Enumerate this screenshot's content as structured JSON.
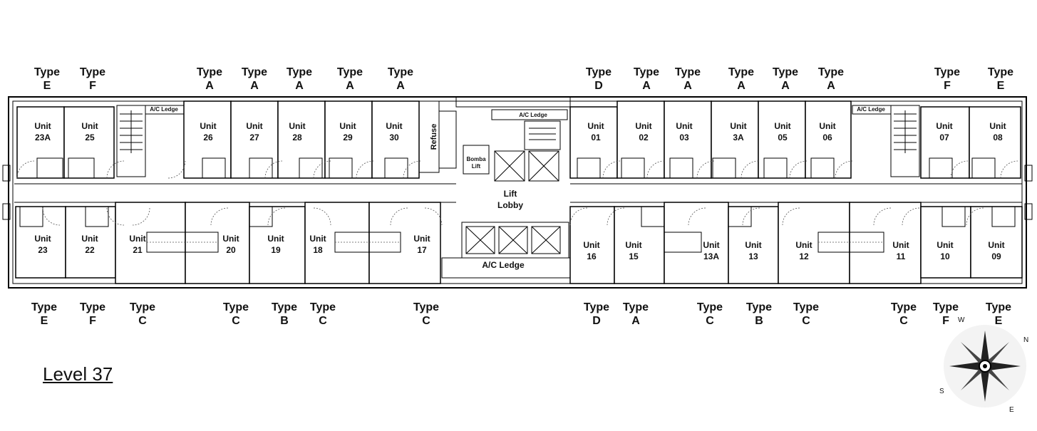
{
  "title": "Level 37",
  "lift_lobby": [
    "Lift",
    "Lobby"
  ],
  "ac_ledge": "A/C Ledge",
  "refuse": "Refuse",
  "bomba_lift": [
    "Bomba",
    "Lift"
  ],
  "compass": [
    "N",
    "E",
    "S",
    "W"
  ],
  "top_units": [
    {
      "unit": [
        "Unit",
        "23A"
      ],
      "type": [
        "Type",
        "E"
      ]
    },
    {
      "unit": [
        "Unit",
        "25"
      ],
      "type": [
        "Type",
        "F"
      ]
    },
    {
      "unit": [
        "Unit",
        "26"
      ],
      "type": [
        "Type",
        "A"
      ]
    },
    {
      "unit": [
        "Unit",
        "27"
      ],
      "type": [
        "Type",
        "A"
      ]
    },
    {
      "unit": [
        "Unit",
        "28"
      ],
      "type": [
        "Type",
        "A"
      ]
    },
    {
      "unit": [
        "Unit",
        "29"
      ],
      "type": [
        "Type",
        "A"
      ]
    },
    {
      "unit": [
        "Unit",
        "30"
      ],
      "type": [
        "Type",
        "A"
      ]
    },
    {
      "unit": [
        "Unit",
        "01"
      ],
      "type": [
        "Type",
        "D"
      ]
    },
    {
      "unit": [
        "Unit",
        "02"
      ],
      "type": [
        "Type",
        "A"
      ]
    },
    {
      "unit": [
        "Unit",
        "03"
      ],
      "type": [
        "Type",
        "A"
      ]
    },
    {
      "unit": [
        "Unit",
        "3A"
      ],
      "type": [
        "Type",
        "A"
      ]
    },
    {
      "unit": [
        "Unit",
        "05"
      ],
      "type": [
        "Type",
        "A"
      ]
    },
    {
      "unit": [
        "Unit",
        "06"
      ],
      "type": [
        "Type",
        "A"
      ]
    },
    {
      "unit": [
        "Unit",
        "07"
      ],
      "type": [
        "Type",
        "F"
      ]
    },
    {
      "unit": [
        "Unit",
        "08"
      ],
      "type": [
        "Type",
        "E"
      ]
    }
  ],
  "bottom_units": [
    {
      "unit": [
        "Unit",
        "23"
      ],
      "type": [
        "Type",
        "E"
      ]
    },
    {
      "unit": [
        "Unit",
        "22"
      ],
      "type": [
        "Type",
        "F"
      ]
    },
    {
      "unit": [
        "Unit",
        "21"
      ],
      "type": [
        "Type",
        "C"
      ]
    },
    {
      "unit": [
        "Unit",
        "20"
      ],
      "type": [
        "Type",
        "C"
      ]
    },
    {
      "unit": [
        "Unit",
        "19"
      ],
      "type": [
        "Type",
        "B"
      ]
    },
    {
      "unit": [
        "Unit",
        "18"
      ],
      "type": [
        "Type",
        "C"
      ]
    },
    {
      "unit": [
        "Unit",
        "17"
      ],
      "type": [
        "Type",
        "C"
      ]
    },
    {
      "unit": [
        "Unit",
        "16"
      ],
      "type": [
        "Type",
        "D"
      ]
    },
    {
      "unit": [
        "Unit",
        "15"
      ],
      "type": [
        "Type",
        "A"
      ]
    },
    {
      "unit": [
        "Unit",
        "13A"
      ],
      "type": [
        "Type",
        "C"
      ]
    },
    {
      "unit": [
        "Unit",
        "13"
      ],
      "type": [
        "Type",
        "B"
      ]
    },
    {
      "unit": [
        "Unit",
        "12"
      ],
      "type": [
        "Type",
        "C"
      ]
    },
    {
      "unit": [
        "Unit",
        "11"
      ],
      "type": [
        "Type",
        "C"
      ]
    },
    {
      "unit": [
        "Unit",
        "10"
      ],
      "type": [
        "Type",
        "F"
      ]
    },
    {
      "unit": [
        "Unit",
        "09"
      ],
      "type": [
        "Type",
        "E"
      ]
    }
  ]
}
